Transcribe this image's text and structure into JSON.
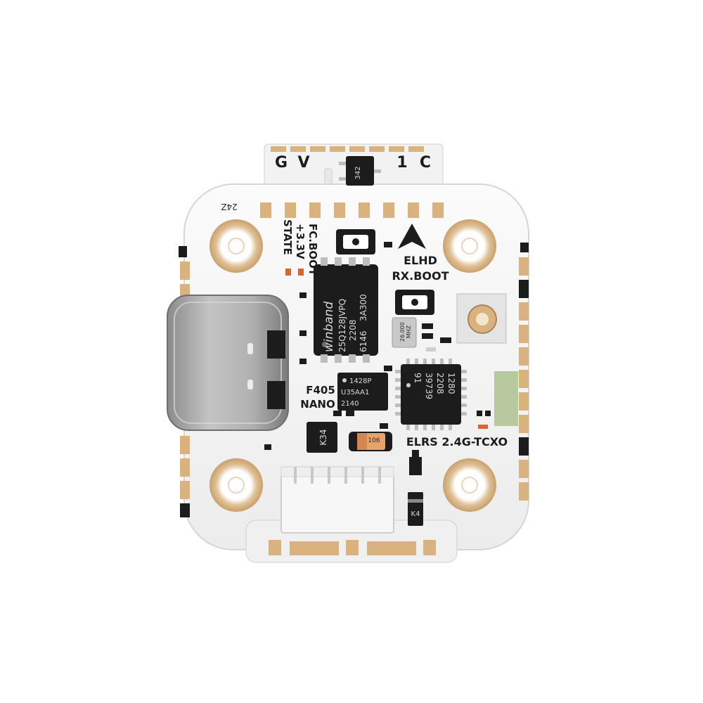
{
  "board": {
    "top_pins": {
      "g": "G",
      "v": "V",
      "one": "1",
      "c": "C"
    },
    "top_transistor_label": "342",
    "left_labels": {
      "fc_boot": "FC.BOOT",
      "v33": "+3.3V",
      "state": "STATE"
    },
    "right_labels": {
      "elhd": "ELHD",
      "rx_boot": "RX.BOOT"
    },
    "corner_mark": "24Z",
    "flash_chip": {
      "brand": "winband",
      "lines": [
        "25Q128JVPQ",
        "2208",
        "6146",
        "3A300"
      ]
    },
    "crystal_label": {
      "line1": "26.000",
      "line2": "MHZ"
    },
    "small_chip": {
      "lines": [
        "1428P",
        "U35AA1",
        "2140"
      ]
    },
    "mcu_label": {
      "line1": "F405",
      "line2": "NANO"
    },
    "rx_chip": {
      "lines": [
        "1280",
        "2208",
        "39739",
        "91"
      ]
    },
    "elrs_label": "ELRS 2.4G-TCXO",
    "k34_label": "K34",
    "cap_label": "106",
    "k4_label": "K4"
  },
  "colors": {
    "board_white": "#f4f4f4",
    "gold_pad": "#d9b27e",
    "chip_black": "#1c1c1c",
    "usb_metal": "#a9a9a9",
    "antenna_green": "#b8c9a0"
  }
}
